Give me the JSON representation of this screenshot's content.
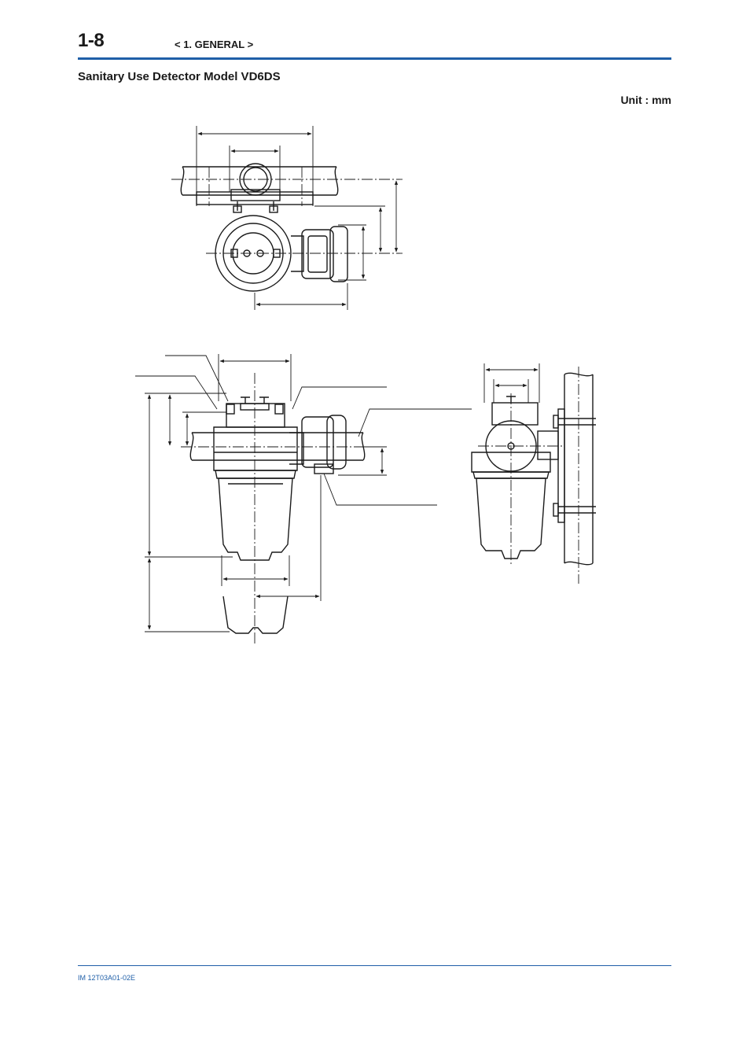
{
  "header": {
    "page_number": "1-8",
    "section": "< 1. GENERAL >"
  },
  "main": {
    "title": "Sanitary Use Detector Model VD6DS",
    "unit": "Unit : mm",
    "drawing": {
      "views": [
        "top-view",
        "front-view",
        "side-view"
      ]
    }
  },
  "footer": {
    "doc_id": "IM 12T03A01-02E",
    "accent_color": "#1f5fa8"
  }
}
